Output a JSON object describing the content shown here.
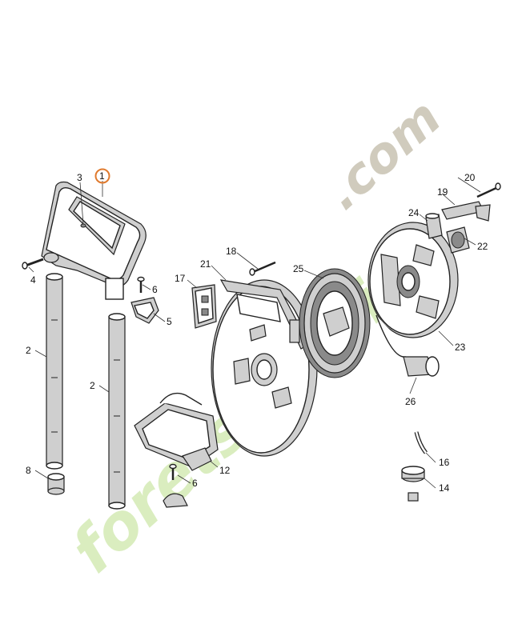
{
  "watermark": {
    "site": "forets-jardin.com",
    "color_letters": "#c9e3a3",
    "color_dot": "#f2b45a",
    "color_com": "#c9c4b5"
  },
  "highlight_color": "#e07a2e",
  "labels": [
    "1",
    "2",
    "2",
    "3",
    "4",
    "5",
    "6",
    "6",
    "8",
    "12",
    "14",
    "16",
    "17",
    "18",
    "19",
    "20",
    "21",
    "22",
    "23",
    "24",
    "25",
    "26"
  ]
}
